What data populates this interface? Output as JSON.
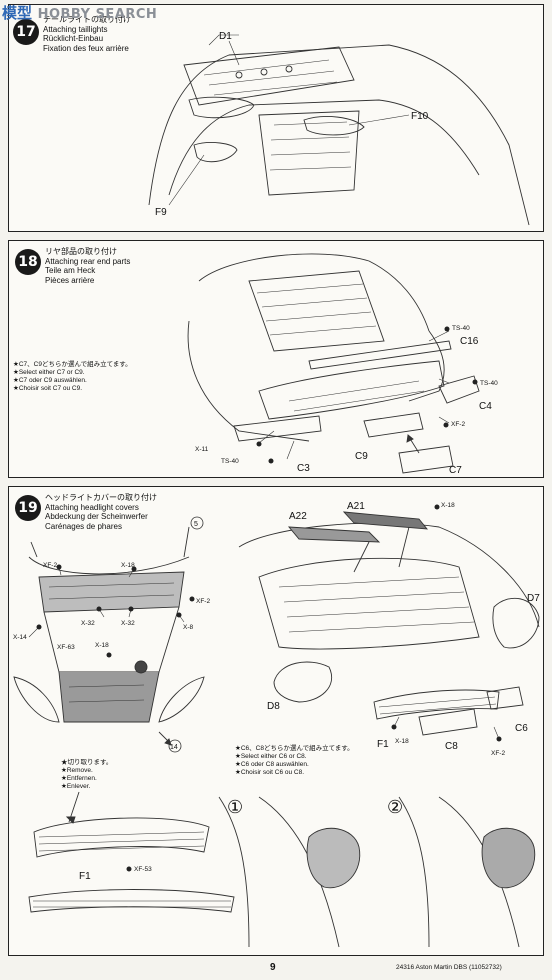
{
  "watermark": {
    "cn": "模型",
    "en": "HOBBY SEARCH"
  },
  "step17": {
    "number": "17",
    "title_jp": "テールライトの取り付け",
    "title_en": "Attaching taillights",
    "title_de": "Rücklicht-Einbau",
    "title_fr": "Fixation des feux arrière",
    "labels": {
      "d1": "D1",
      "f10": "F10",
      "f9": "F9"
    }
  },
  "step18": {
    "number": "18",
    "title_jp": "リヤ部品の取り付け",
    "title_en": "Attaching rear end parts",
    "title_de": "Teile am Heck",
    "title_fr": "Pièces arrière",
    "note": [
      "★C7、C9どちらか選んで組み立てます。",
      "★Select either C7 or C9.",
      "★C7 oder C9 auswählen.",
      "★Choisir soit C7 ou C9."
    ],
    "labels": {
      "ts40a": "TS-40",
      "c16": "C16",
      "ts40b": "TS-40",
      "c4": "C4",
      "xf2": "XF-2",
      "x11": "X-11",
      "ts40c": "TS-40",
      "c3": "C3",
      "c9": "C9",
      "c7": "C7"
    }
  },
  "step19": {
    "number": "19",
    "title_jp": "ヘッドライトカバーの取り付け",
    "title_en": "Attaching headlight covers",
    "title_de": "Abdeckung der Scheinwerfer",
    "title_fr": "Carénages de phares",
    "note": [
      "★C6、C8どちらか選んで組み立てます。",
      "★Select either C6 or C8.",
      "★C6 oder C8 auswählen.",
      "★Choisir soit C6 ou C8."
    ],
    "remove": [
      "★切り取ります。",
      "★Remove.",
      "★Entfernen.",
      "★Enlever."
    ],
    "labels": {
      "ref5": "5",
      "xf2a": "XF-2",
      "x18a": "X-18",
      "xf2b": "XF-2",
      "x14": "X-14",
      "x32a": "X-32",
      "x32b": "X-32",
      "x8": "X-8",
      "xf63": "XF-63",
      "x18b": "X-18",
      "ref14": "14",
      "a22": "A22",
      "a21": "A21",
      "x18c": "X-18",
      "d7": "D7",
      "d8": "D8",
      "f1": "F1",
      "x18d": "X-18",
      "c8": "C8",
      "c6": "C6",
      "xf2c": "XF-2",
      "f1b": "F1",
      "xf53": "XF-53",
      "circ1": "①",
      "circ2": "②"
    }
  },
  "footer": {
    "page": "9",
    "product": "24316  Aston Martin DBS (11052732)"
  }
}
